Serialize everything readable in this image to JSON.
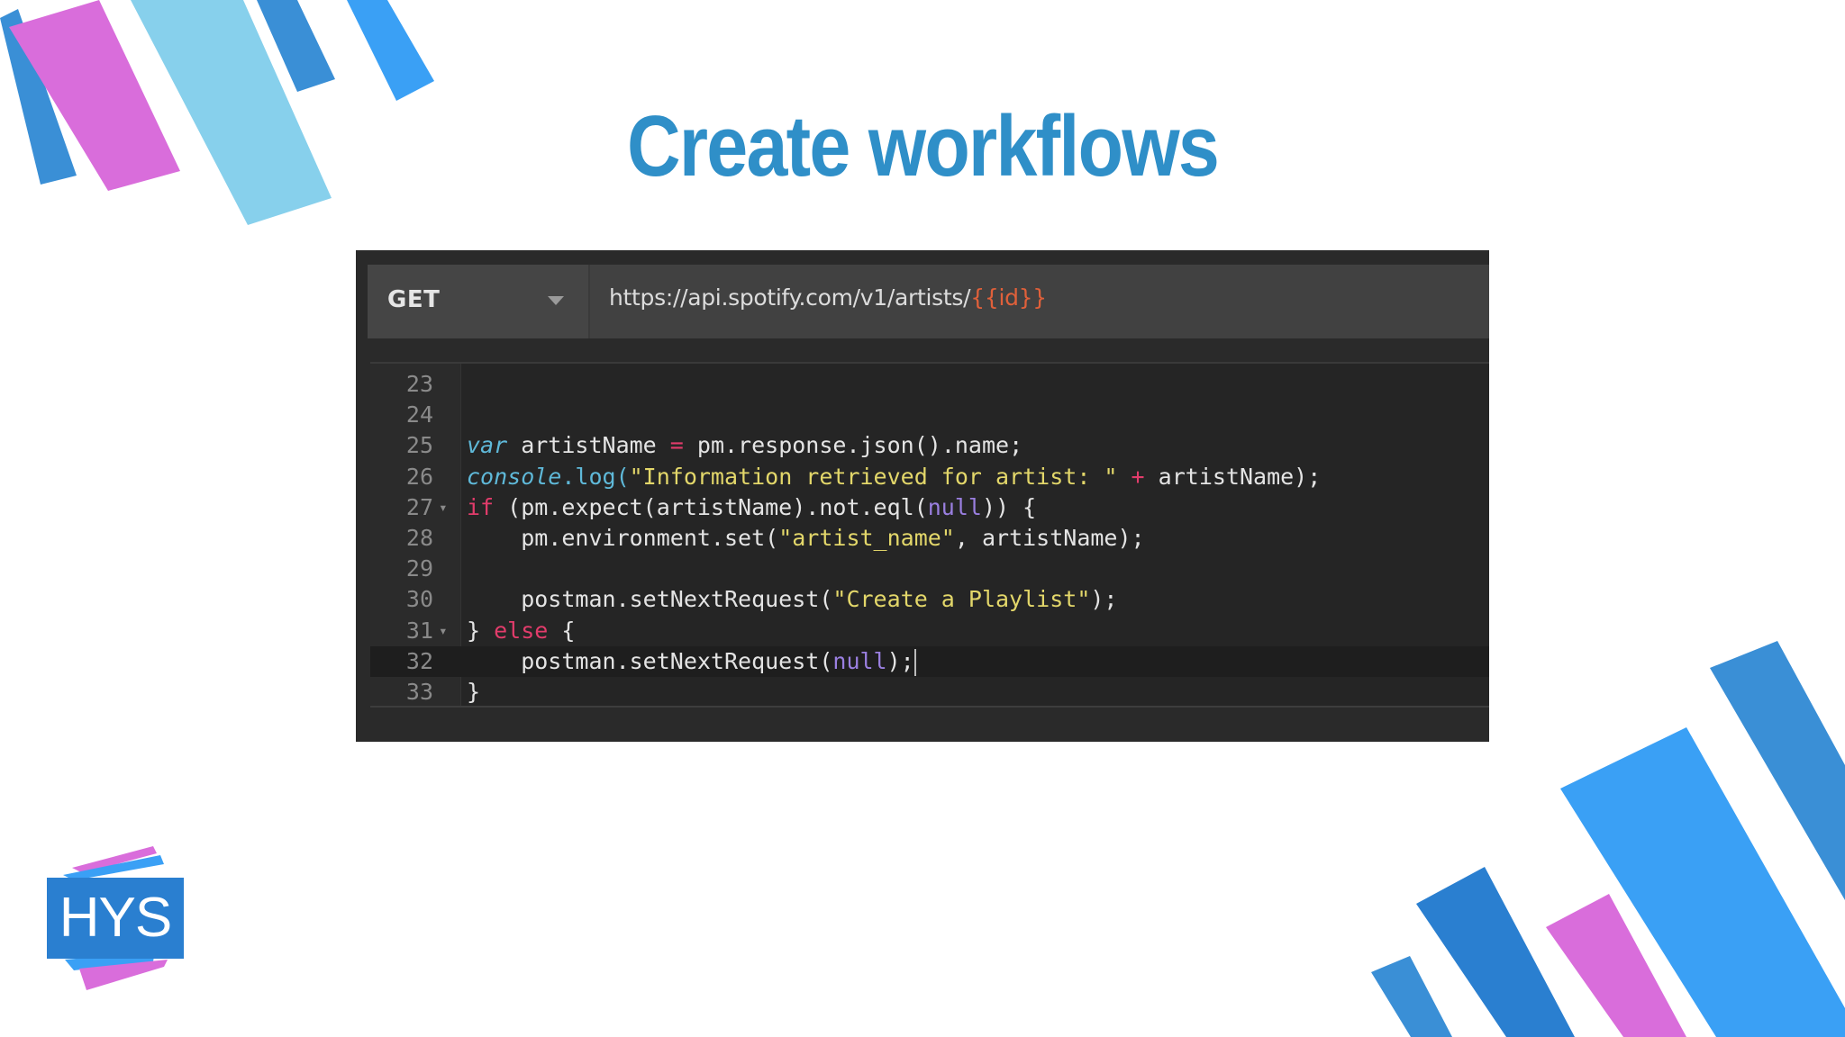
{
  "slide": {
    "title": "Create workflows"
  },
  "request": {
    "method": "GET",
    "url_prefix": "https://api.spotify.com/v1/artists/",
    "url_variable": "{{id}}"
  },
  "editor": {
    "lines": [
      {
        "n": "23",
        "tokens": []
      },
      {
        "n": "24",
        "tokens": []
      },
      {
        "n": "25",
        "tokens": [
          {
            "t": "var",
            "c": "t-kw-it"
          },
          {
            "t": " artistName "
          },
          {
            "t": "=",
            "c": "t-op"
          },
          {
            "t": " pm.response.json().name;"
          }
        ]
      },
      {
        "n": "26",
        "tokens": [
          {
            "t": "console",
            "c": "t-kw-it"
          },
          {
            "t": ".log(",
            "c": "t-kw-it2"
          },
          {
            "t": "\"Information retrieved for artist: \"",
            "c": "t-str"
          },
          {
            "t": " "
          },
          {
            "t": "+",
            "c": "t-op"
          },
          {
            "t": " artistName);"
          }
        ]
      },
      {
        "n": "27",
        "fold": "▾",
        "tokens": [
          {
            "t": "if",
            "c": "t-kw"
          },
          {
            "t": " (pm.expect(artistName).not.eql("
          },
          {
            "t": "null",
            "c": "t-null"
          },
          {
            "t": ")) {"
          }
        ]
      },
      {
        "n": "28",
        "tokens": [
          {
            "t": "    pm.environment.set("
          },
          {
            "t": "\"artist_name\"",
            "c": "t-str"
          },
          {
            "t": ", artistName);"
          }
        ]
      },
      {
        "n": "29",
        "tokens": []
      },
      {
        "n": "30",
        "tokens": [
          {
            "t": "    postman.setNextRequest("
          },
          {
            "t": "\"Create a Playlist\"",
            "c": "t-str"
          },
          {
            "t": ");"
          }
        ]
      },
      {
        "n": "31",
        "fold": "▾",
        "tokens": [
          {
            "t": "} "
          },
          {
            "t": "else",
            "c": "t-kw"
          },
          {
            "t": " {"
          }
        ]
      },
      {
        "n": "32",
        "active": true,
        "cursor": true,
        "tokens": [
          {
            "t": "    postman.setNextRequest("
          },
          {
            "t": "null",
            "c": "t-null"
          },
          {
            "t": ");"
          }
        ]
      },
      {
        "n": "33",
        "tokens": [
          {
            "t": "}"
          }
        ]
      }
    ]
  },
  "logo": {
    "text": "HYS"
  },
  "colors": {
    "title": "#2f8fc8",
    "accent_pink": "#d96ddb",
    "accent_light_blue": "#87d0ec",
    "accent_blue": "#3a8fd6",
    "accent_bright_blue": "#3aa0f5"
  }
}
